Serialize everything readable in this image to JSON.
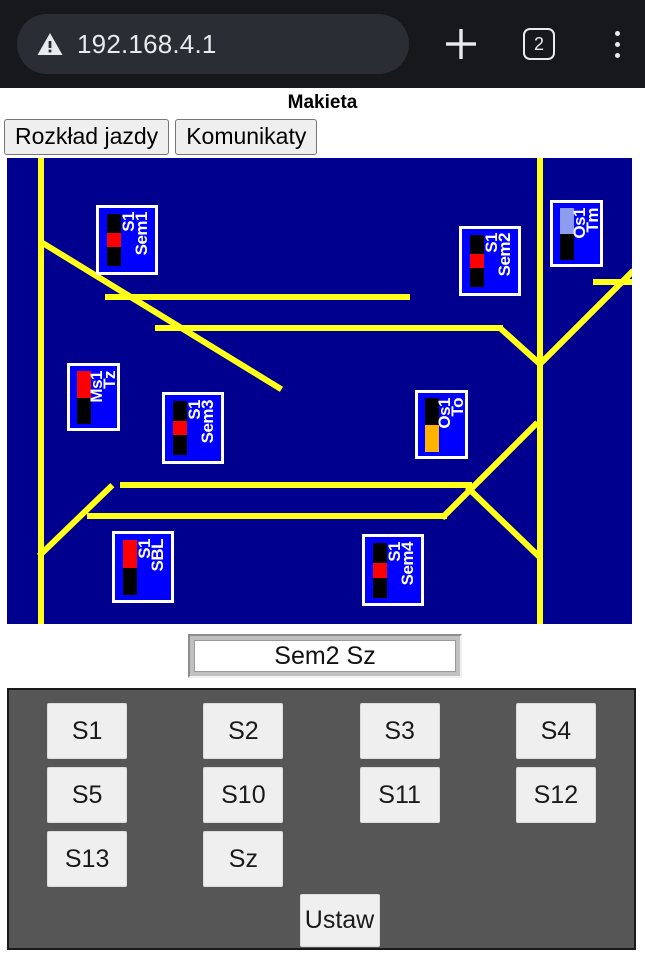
{
  "browser": {
    "url": "192.168.4.1",
    "warning_icon": "warning-triangle-icon",
    "new_tab_icon": "plus-icon",
    "tab_count": "2",
    "menu_icon": "three-dot-menu-icon"
  },
  "page": {
    "title": "Makieta",
    "nav_buttons": [
      {
        "label": "Rozkład jazdy"
      },
      {
        "label": "Komunikaty"
      }
    ]
  },
  "diagram": {
    "background_color": "#00008f",
    "rail_color": "#ffff1a",
    "signals": [
      {
        "id": "sem1",
        "name": "Sem1",
        "track": "S1",
        "lamps": [
          "#000000",
          "#ff0000",
          "#000000"
        ]
      },
      {
        "id": "sem2",
        "name": "Sem2",
        "track": "S1",
        "lamps": [
          "#000000",
          "#ff0000",
          "#000000"
        ]
      },
      {
        "id": "tmos1",
        "name": "Tm",
        "track": "Os1",
        "lamps": [
          "#8c9cf0",
          "#000000"
        ]
      },
      {
        "id": "tzms1",
        "name": "Tz",
        "track": "Ms1",
        "lamps": [
          "#ff0000",
          "#000000"
        ]
      },
      {
        "id": "sem3",
        "name": "Sem3",
        "track": "S1",
        "lamps": [
          "#000000",
          "#ff0000",
          "#000000"
        ]
      },
      {
        "id": "toos1",
        "name": "To",
        "track": "Os1",
        "lamps": [
          "#000000",
          "#ffb300"
        ]
      },
      {
        "id": "sbl1",
        "name": "SBL",
        "track": "S1",
        "lamps": [
          "#ff0000",
          "#000000"
        ]
      },
      {
        "id": "sem4",
        "name": "Sem4",
        "track": "S1",
        "lamps": [
          "#000000",
          "#ff0000",
          "#000000"
        ]
      }
    ]
  },
  "readout": {
    "value": "Sem2 Sz"
  },
  "control_panel": {
    "background_color": "#565656",
    "rows": [
      [
        {
          "label": "S1"
        },
        {
          "label": "S2"
        },
        {
          "label": "S3"
        },
        {
          "label": "S4"
        }
      ],
      [
        {
          "label": "S5"
        },
        {
          "label": "S10"
        },
        {
          "label": "S11"
        },
        {
          "label": "S12"
        }
      ],
      [
        {
          "label": "S13"
        },
        {
          "label": "Sz"
        }
      ]
    ],
    "submit_label": "Ustaw"
  }
}
